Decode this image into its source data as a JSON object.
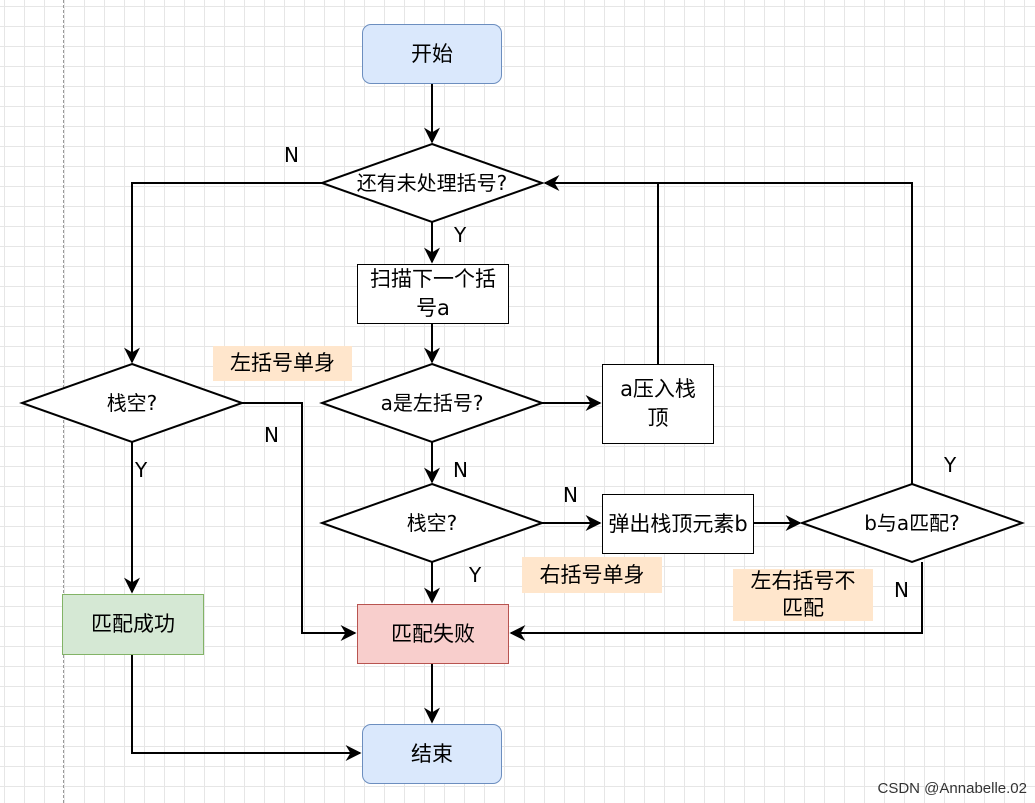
{
  "nodes": {
    "start": "开始",
    "has_unprocessed": "还有未处理括号?",
    "scan_next": "扫描下一个括号a",
    "is_left": "a是左括号?",
    "push": "a压入栈顶",
    "stack_empty_left": "栈空?",
    "stack_empty_mid": "栈空?",
    "pop": "弹出栈顶元素b",
    "match_check": "b与a匹配?",
    "success": "匹配成功",
    "fail": "匹配失败",
    "end": "结束"
  },
  "notes": {
    "left_single": "左括号单身",
    "right_single": "右括号单身",
    "mismatch": "左右括号不匹配"
  },
  "edge_labels": {
    "n_no_more": "N",
    "y_has_more": "Y",
    "n_stack_not_empty": "N",
    "y_stack_empty": "Y",
    "n_not_left": "N",
    "n_mid_not_empty": "N",
    "y_mid_empty": "Y",
    "y_match": "Y",
    "n_no_match": "N"
  },
  "watermark": "CSDN @Annabelle.02",
  "colors": {
    "terminal_fill": "#dae8fc",
    "terminal_stroke": "#6c8ebf",
    "success_fill": "#d5e8d4",
    "fail_fill": "#f8cecc",
    "note_fill": "#ffe6cc"
  }
}
